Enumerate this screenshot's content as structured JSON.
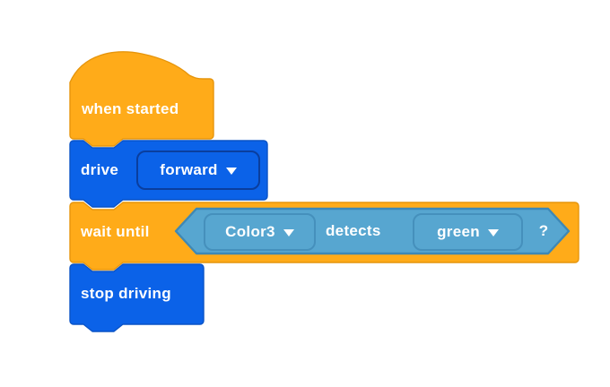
{
  "palette": {
    "orange": "#FFAB19",
    "orange_border": "#E6950C",
    "blue": "#0B62E8",
    "blue_border": "#0A53C6",
    "blue_field_border": "#0A3E9E",
    "teal": "#57A6D0",
    "teal_border": "#3E88B5",
    "teal_field_border": "#4590BC",
    "text": "#FFFFFF"
  },
  "icons": {
    "dropdown_arrow": "triangle-down"
  },
  "blocks": {
    "when_started": {
      "label": "when started"
    },
    "drive": {
      "label": "drive",
      "direction_dropdown": {
        "value": "forward"
      }
    },
    "wait_until": {
      "label": "wait until"
    },
    "detects_condition": {
      "device_dropdown": {
        "value": "Color3"
      },
      "label": "detects",
      "color_dropdown": {
        "value": "green"
      },
      "question_mark": "?"
    },
    "stop_driving": {
      "label": "stop driving"
    }
  }
}
